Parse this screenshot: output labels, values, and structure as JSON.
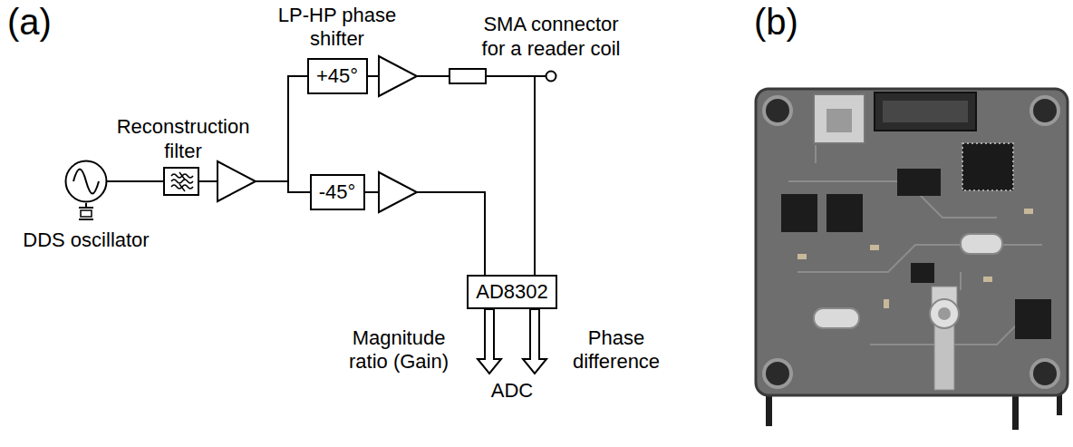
{
  "diagram": {
    "nodes": [
      {
        "text": [
          "DDS oscillator"
        ]
      },
      {
        "text": [
          "Reconstruction filter"
        ]
      },
      {
        "text": [
          "+45°"
        ]
      },
      {
        "text": [
          "-45°"
        ]
      },
      {
        "text": [
          "AD8302"
        ]
      },
      {
        "text": [
          "SMA connector for a reader coil"
        ]
      }
    ],
    "edges": [
      {
        "from": 0,
        "to": 1,
        "arrow": "none"
      },
      {
        "from": 1,
        "to": 2,
        "arrow": "none"
      },
      {
        "from": 1,
        "to": 3,
        "arrow": "none"
      },
      {
        "from": 2,
        "to": 5,
        "arrow": "none"
      },
      {
        "from": 2,
        "to": 4,
        "arrow": "none"
      },
      {
        "from": 3,
        "to": 4,
        "arrow": "none"
      }
    ],
    "labels": [
      "(a)",
      "LP-HP phase shifter",
      "Magnitude ratio (Gain)",
      "Phase difference",
      "ADC",
      "(b)"
    ]
  }
}
